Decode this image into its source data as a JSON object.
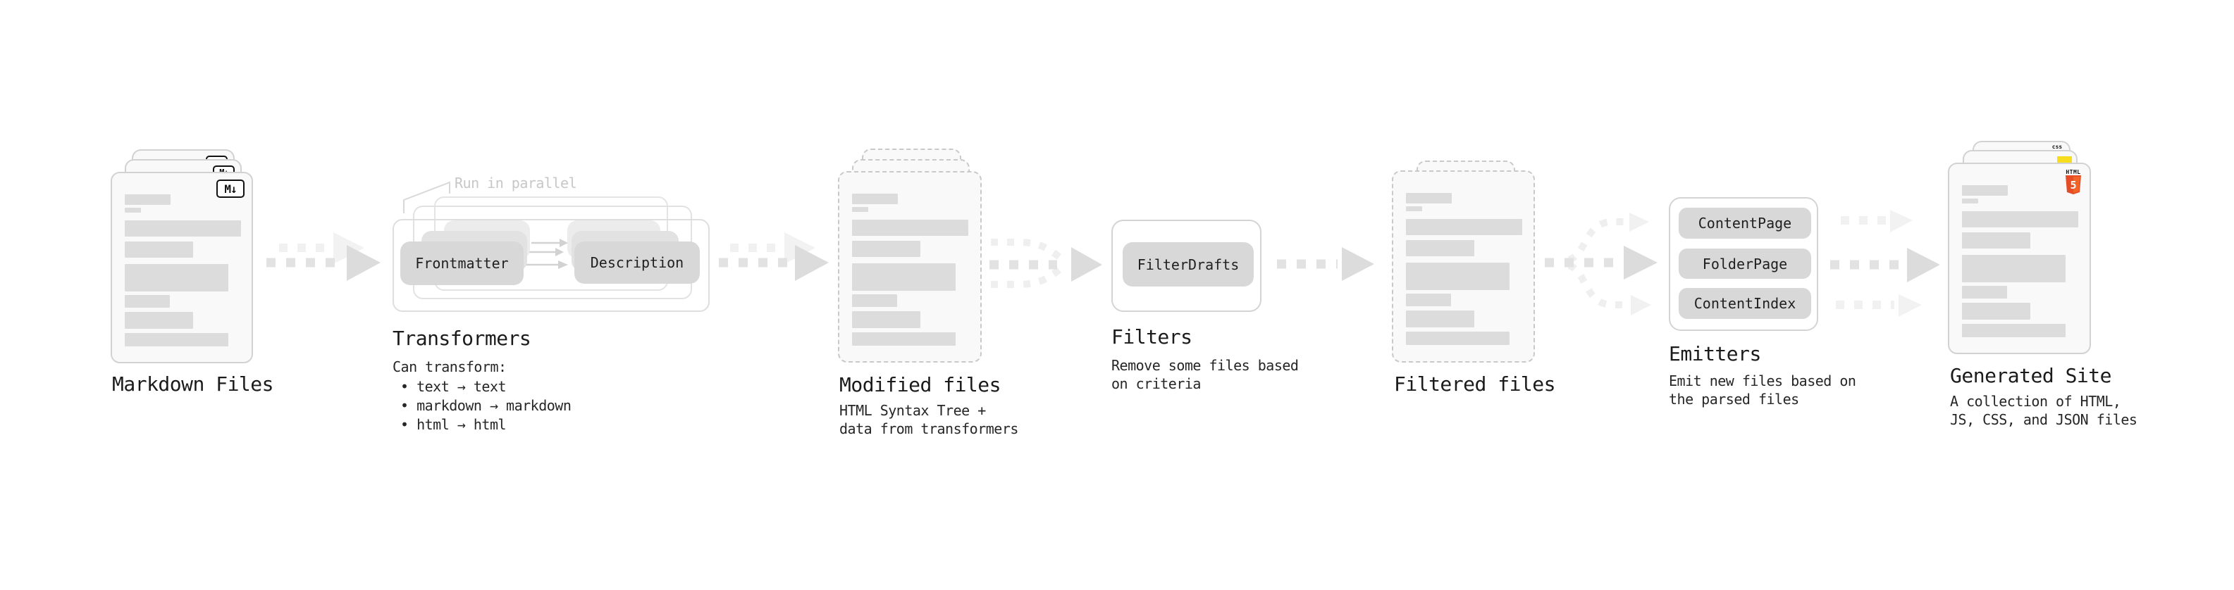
{
  "nodes": {
    "markdown_files": {
      "title": "Markdown Files",
      "file_icon": "M↓"
    },
    "transformers": {
      "title": "Transformers",
      "annotation": "Run in parallel",
      "input_pill": "Frontmatter",
      "output_pill": "Description",
      "body_heading": "Can transform:",
      "bullets": [
        "text → text",
        "markdown → markdown",
        "html → html"
      ]
    },
    "modified_files": {
      "title": "Modified files",
      "subtitle": "HTML Syntax Tree +\ndata from transformers"
    },
    "filters": {
      "title": "Filters",
      "pill": "FilterDrafts",
      "subtitle": "Remove some files based\non criteria"
    },
    "filtered_files": {
      "title": "Filtered files"
    },
    "emitters": {
      "title": "Emitters",
      "pills": [
        "ContentPage",
        "FolderPage",
        "ContentIndex"
      ],
      "subtitle": "Emit new files based on\nthe parsed files"
    },
    "generated_site": {
      "title": "Generated Site",
      "subtitle": "A collection of HTML,\nJS, CSS, and JSON files",
      "css_icon_label": "css",
      "html_icon_label": "HTML",
      "html_icon_number": "5"
    }
  },
  "colors": {
    "html5_orange": "#e44d26",
    "html5_orange_light": "#f16529",
    "js_yellow": "#f8dc1e",
    "css_blue": "#2d53e5",
    "pill_gray": "#d8d8d8"
  }
}
